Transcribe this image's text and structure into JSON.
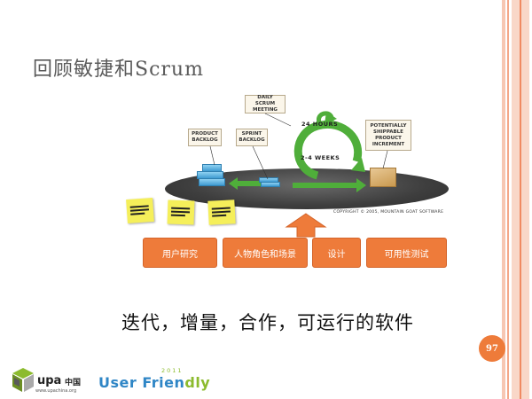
{
  "slide": {
    "title": "回顾敏捷和Scrum",
    "summary": "迭代，增量，合作，可运行的软件",
    "page_number": "97"
  },
  "diagram": {
    "daily_scrum": "DAILY SCRUM MEETING",
    "product_backlog": "PRODUCT BACKLOG",
    "sprint_backlog": "SPRINT BACKLOG",
    "increment": "POTENTIALLY SHIPPABLE PRODUCT INCREMENT",
    "hours": "24 HOURS",
    "weeks": "2-4 WEEKS",
    "copyright": "COPYRIGHT © 2005, MOUNTAIN GOAT SOFTWARE"
  },
  "activities": [
    {
      "label": "用户研究"
    },
    {
      "label": "人物角色和场景"
    },
    {
      "label": "设计"
    },
    {
      "label": "可用性测试"
    }
  ],
  "footer": {
    "upa": "upa",
    "upa_cn": "中国",
    "upa_url": "www.upachina.org",
    "uf_user": "User Frien",
    "uf_friendly": "dly",
    "uf_year": "2011"
  },
  "colors": {
    "accent": "#ee7b3a",
    "stripe": "#f9d7c8",
    "green": "#4fae3a",
    "sticky": "#f5ef5a"
  }
}
